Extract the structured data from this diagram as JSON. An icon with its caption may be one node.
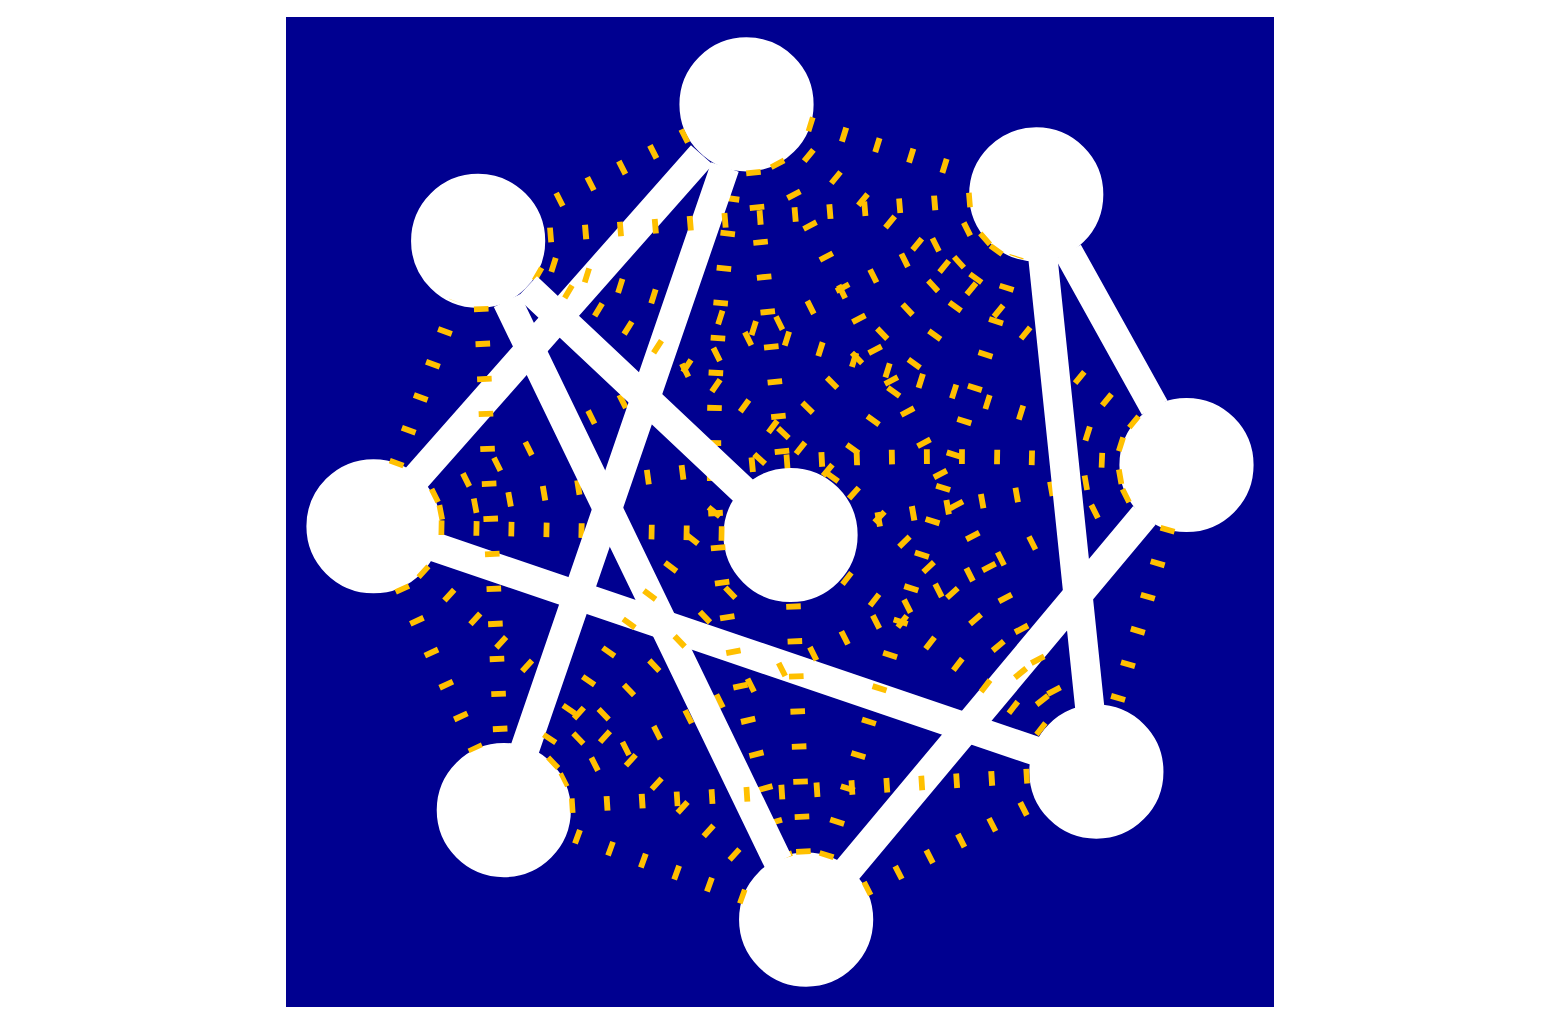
{
  "diagram": {
    "nodes": [
      {
        "text": [],
        "shape": "circle"
      },
      {
        "text": [],
        "shape": "circle"
      },
      {
        "text": [],
        "shape": "circle"
      },
      {
        "text": [],
        "shape": "circle"
      },
      {
        "text": [],
        "shape": "circle"
      },
      {
        "text": [],
        "shape": "circle"
      },
      {
        "text": [],
        "shape": "circle"
      },
      {
        "text": [],
        "shape": "circle"
      },
      {
        "text": [],
        "shape": "circle"
      }
    ],
    "edges": [
      {
        "from": 0,
        "to": 1,
        "arrow": "none",
        "style": "dashed"
      },
      {
        "from": 0,
        "to": 2,
        "arrow": "none",
        "style": "dashed"
      },
      {
        "from": 0,
        "to": 3,
        "arrow": "none",
        "style": "thick",
        "color": "#ffffff"
      },
      {
        "from": 0,
        "to": 4,
        "arrow": "none",
        "style": "dashed"
      },
      {
        "from": 0,
        "to": 5,
        "arrow": "none",
        "style": "dashed"
      },
      {
        "from": 0,
        "to": 6,
        "arrow": "none",
        "style": "dashed"
      },
      {
        "from": 0,
        "to": 7,
        "arrow": "none",
        "style": "thick",
        "color": "#ffffff"
      },
      {
        "from": 0,
        "to": 8,
        "arrow": "none",
        "style": "dashed"
      },
      {
        "from": 1,
        "to": 2,
        "arrow": "none",
        "style": "thick",
        "color": "#ffffff"
      },
      {
        "from": 1,
        "to": 3,
        "arrow": "none",
        "style": "dashed"
      },
      {
        "from": 1,
        "to": 4,
        "arrow": "none",
        "style": "thick",
        "color": "#ffffff"
      },
      {
        "from": 1,
        "to": 5,
        "arrow": "none",
        "style": "dashed"
      },
      {
        "from": 1,
        "to": 6,
        "arrow": "none",
        "style": "dashed"
      },
      {
        "from": 1,
        "to": 7,
        "arrow": "none",
        "style": "dashed"
      },
      {
        "from": 1,
        "to": 8,
        "arrow": "none",
        "style": "dashed"
      },
      {
        "from": 2,
        "to": 3,
        "arrow": "none",
        "style": "dashed"
      },
      {
        "from": 2,
        "to": 4,
        "arrow": "none",
        "style": "dashed"
      },
      {
        "from": 2,
        "to": 5,
        "arrow": "none",
        "style": "thick",
        "color": "#ffffff"
      },
      {
        "from": 2,
        "to": 6,
        "arrow": "none",
        "style": "dashed"
      },
      {
        "from": 2,
        "to": 7,
        "arrow": "none",
        "style": "dashed"
      },
      {
        "from": 2,
        "to": 8,
        "arrow": "none",
        "style": "dashed"
      },
      {
        "from": 3,
        "to": 4,
        "arrow": "none",
        "style": "dashed"
      },
      {
        "from": 3,
        "to": 5,
        "arrow": "none",
        "style": "dashed"
      },
      {
        "from": 3,
        "to": 6,
        "arrow": "none",
        "style": "thick",
        "color": "#ffffff"
      },
      {
        "from": 3,
        "to": 7,
        "arrow": "none",
        "style": "dashed"
      },
      {
        "from": 3,
        "to": 8,
        "arrow": "none",
        "style": "dashed"
      },
      {
        "from": 4,
        "to": 5,
        "arrow": "none",
        "style": "dashed"
      },
      {
        "from": 4,
        "to": 6,
        "arrow": "none",
        "style": "dashed"
      },
      {
        "from": 4,
        "to": 7,
        "arrow": "none",
        "style": "thick",
        "color": "#ffffff"
      },
      {
        "from": 4,
        "to": 8,
        "arrow": "none",
        "style": "dashed"
      },
      {
        "from": 5,
        "to": 6,
        "arrow": "none",
        "style": "dashed"
      },
      {
        "from": 5,
        "to": 7,
        "arrow": "none",
        "style": "dashed"
      },
      {
        "from": 5,
        "to": 8,
        "arrow": "none",
        "style": "thick",
        "color": "#ffffff"
      },
      {
        "from": 6,
        "to": 7,
        "arrow": "none",
        "style": "dashed"
      },
      {
        "from": 6,
        "to": 8,
        "arrow": "none",
        "style": "dashed"
      },
      {
        "from": 7,
        "to": 8,
        "arrow": "none",
        "style": "dashed"
      }
    ]
  }
}
